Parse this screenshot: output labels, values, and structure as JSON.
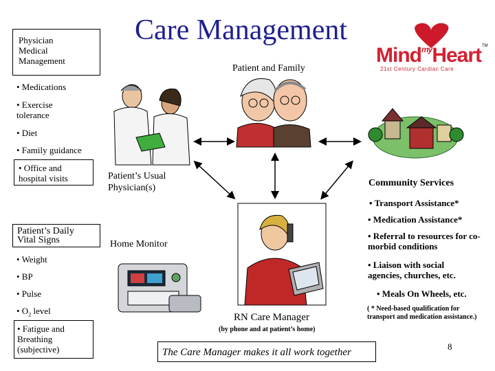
{
  "slide": {
    "title": "Care Management",
    "page_number": "8"
  },
  "logo": {
    "brand_left": "Mind",
    "brand_mid": "my",
    "brand_right": "Heart",
    "tm": "TM",
    "tagline": "21st Century Cardiac Care"
  },
  "physician_box": {
    "line1": "Physician",
    "line2": "Medical",
    "line3": "Management"
  },
  "physician_items": [
    "• Medications",
    "• Exercise tolerance",
    "• Diet",
    "• Family guidance",
    "• Office and hospital visits"
  ],
  "patient_family": "Patient and Family",
  "usual_physician": "Patient’s Usual Physician(s)",
  "community": {
    "heading": "Community Services",
    "items": [
      "• Transport Assistance*",
      "• Medication Assistance*",
      "• Referral to resources for co-morbid conditions",
      "• Liaison with social agencies, churches, etc.",
      "• Meals On Wheels, etc."
    ],
    "note": "( * Need-based qualification for transport and medication assistance.)"
  },
  "vital_box": {
    "line1": "Patient’s Daily",
    "line2": "Vital Signs"
  },
  "vital_items": [
    "• Weight",
    "• BP",
    "• Pulse",
    "• O",
    "2",
    " level",
    "• Fatigue and Breathing (subjective)"
  ],
  "home_monitor": "Home Monitor",
  "rn": {
    "title": "RN Care Manager",
    "subtitle": "(by phone and at patient’s home)"
  },
  "footer": "The Care Manager makes it all work together",
  "colors": {
    "title": "#1f1f8f",
    "logo_red": "#d42030",
    "logo_heart": "#cc1a2a"
  }
}
